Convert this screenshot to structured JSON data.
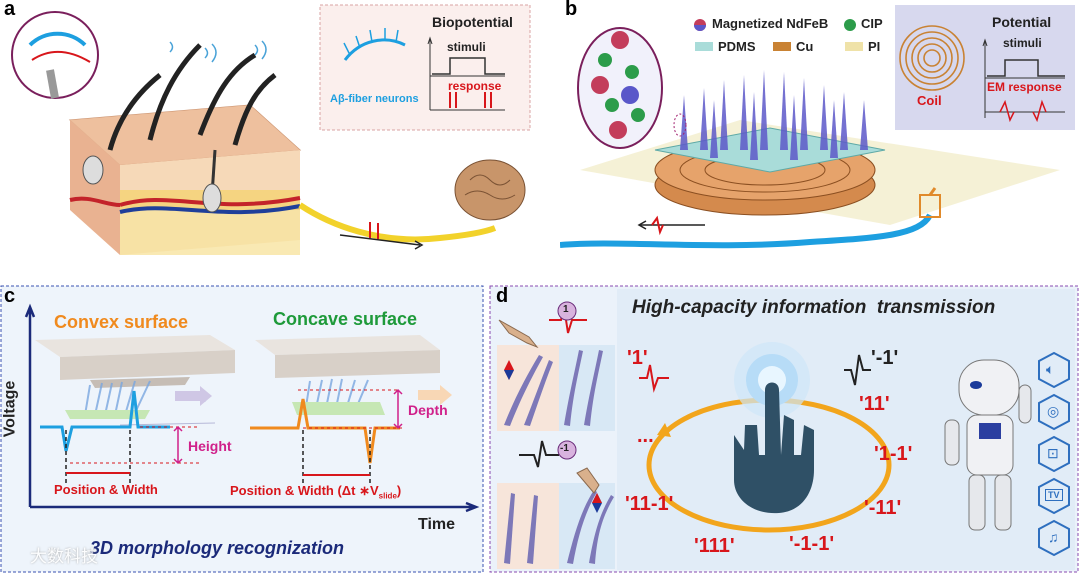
{
  "panel_a": {
    "letter": "a",
    "inset_title": "Biopotential",
    "neuron_label": "Aβ-fiber neurons",
    "stimuli": "stimuli",
    "response": "response"
  },
  "panel_b": {
    "letter": "b",
    "legend": [
      "Magnetized NdFeB",
      "CIP",
      "PDMS",
      "Cu",
      "PI"
    ],
    "inset_title": "Potential",
    "stimuli": "stimuli",
    "em_response": "EM response",
    "coil": "Coil"
  },
  "panel_c": {
    "letter": "c",
    "convex": "Convex surface",
    "concave": "Concave surface",
    "y_axis": "Voltage",
    "x_axis": "Time",
    "height": "Height",
    "depth": "Depth",
    "pos_width_1": "Position & Width",
    "pos_width_2": "Position & Width (Δt ∗V",
    "pos_width_2_sub": "slide",
    "pos_width_2_end": ")",
    "caption": "3D morphology recognization"
  },
  "panel_d": {
    "letter": "d",
    "title": "High-capacity information  transmission",
    "badge_pos": "1",
    "badge_neg": "-1",
    "codes": [
      "'1'",
      "'-1'",
      "'11'",
      "'1-1'",
      "'-11'",
      "'-1-1'",
      "'111'",
      "'11-1'",
      "..."
    ],
    "icons": [
      "speaker-icon",
      "bulb-icon",
      "lock-icon",
      "tv-icon",
      "music-icon"
    ],
    "tv_text": "TV"
  },
  "watermark": "大数科技",
  "colors": {
    "red": "#d8161b",
    "orange": "#f0961e",
    "blue": "#1d9fe0",
    "navy": "#1b2a7a",
    "green": "#1e9a3a"
  }
}
